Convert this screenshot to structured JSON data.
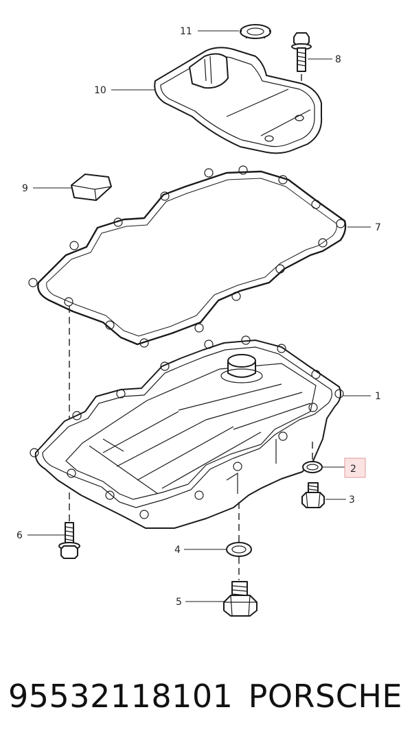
{
  "callouts": {
    "c1": "1",
    "c2": "2",
    "c3": "3",
    "c4": "4",
    "c5": "5",
    "c6": "6",
    "c7": "7",
    "c8": "8",
    "c9": "9",
    "c10": "10",
    "c11": "11"
  },
  "footer": {
    "part_number": "95532118101",
    "brand": "PORSCHE"
  },
  "colors": {
    "highlight_fill": "#fbe3e3",
    "highlight_border": "#e09a9a",
    "line": "#1a1a1a"
  }
}
